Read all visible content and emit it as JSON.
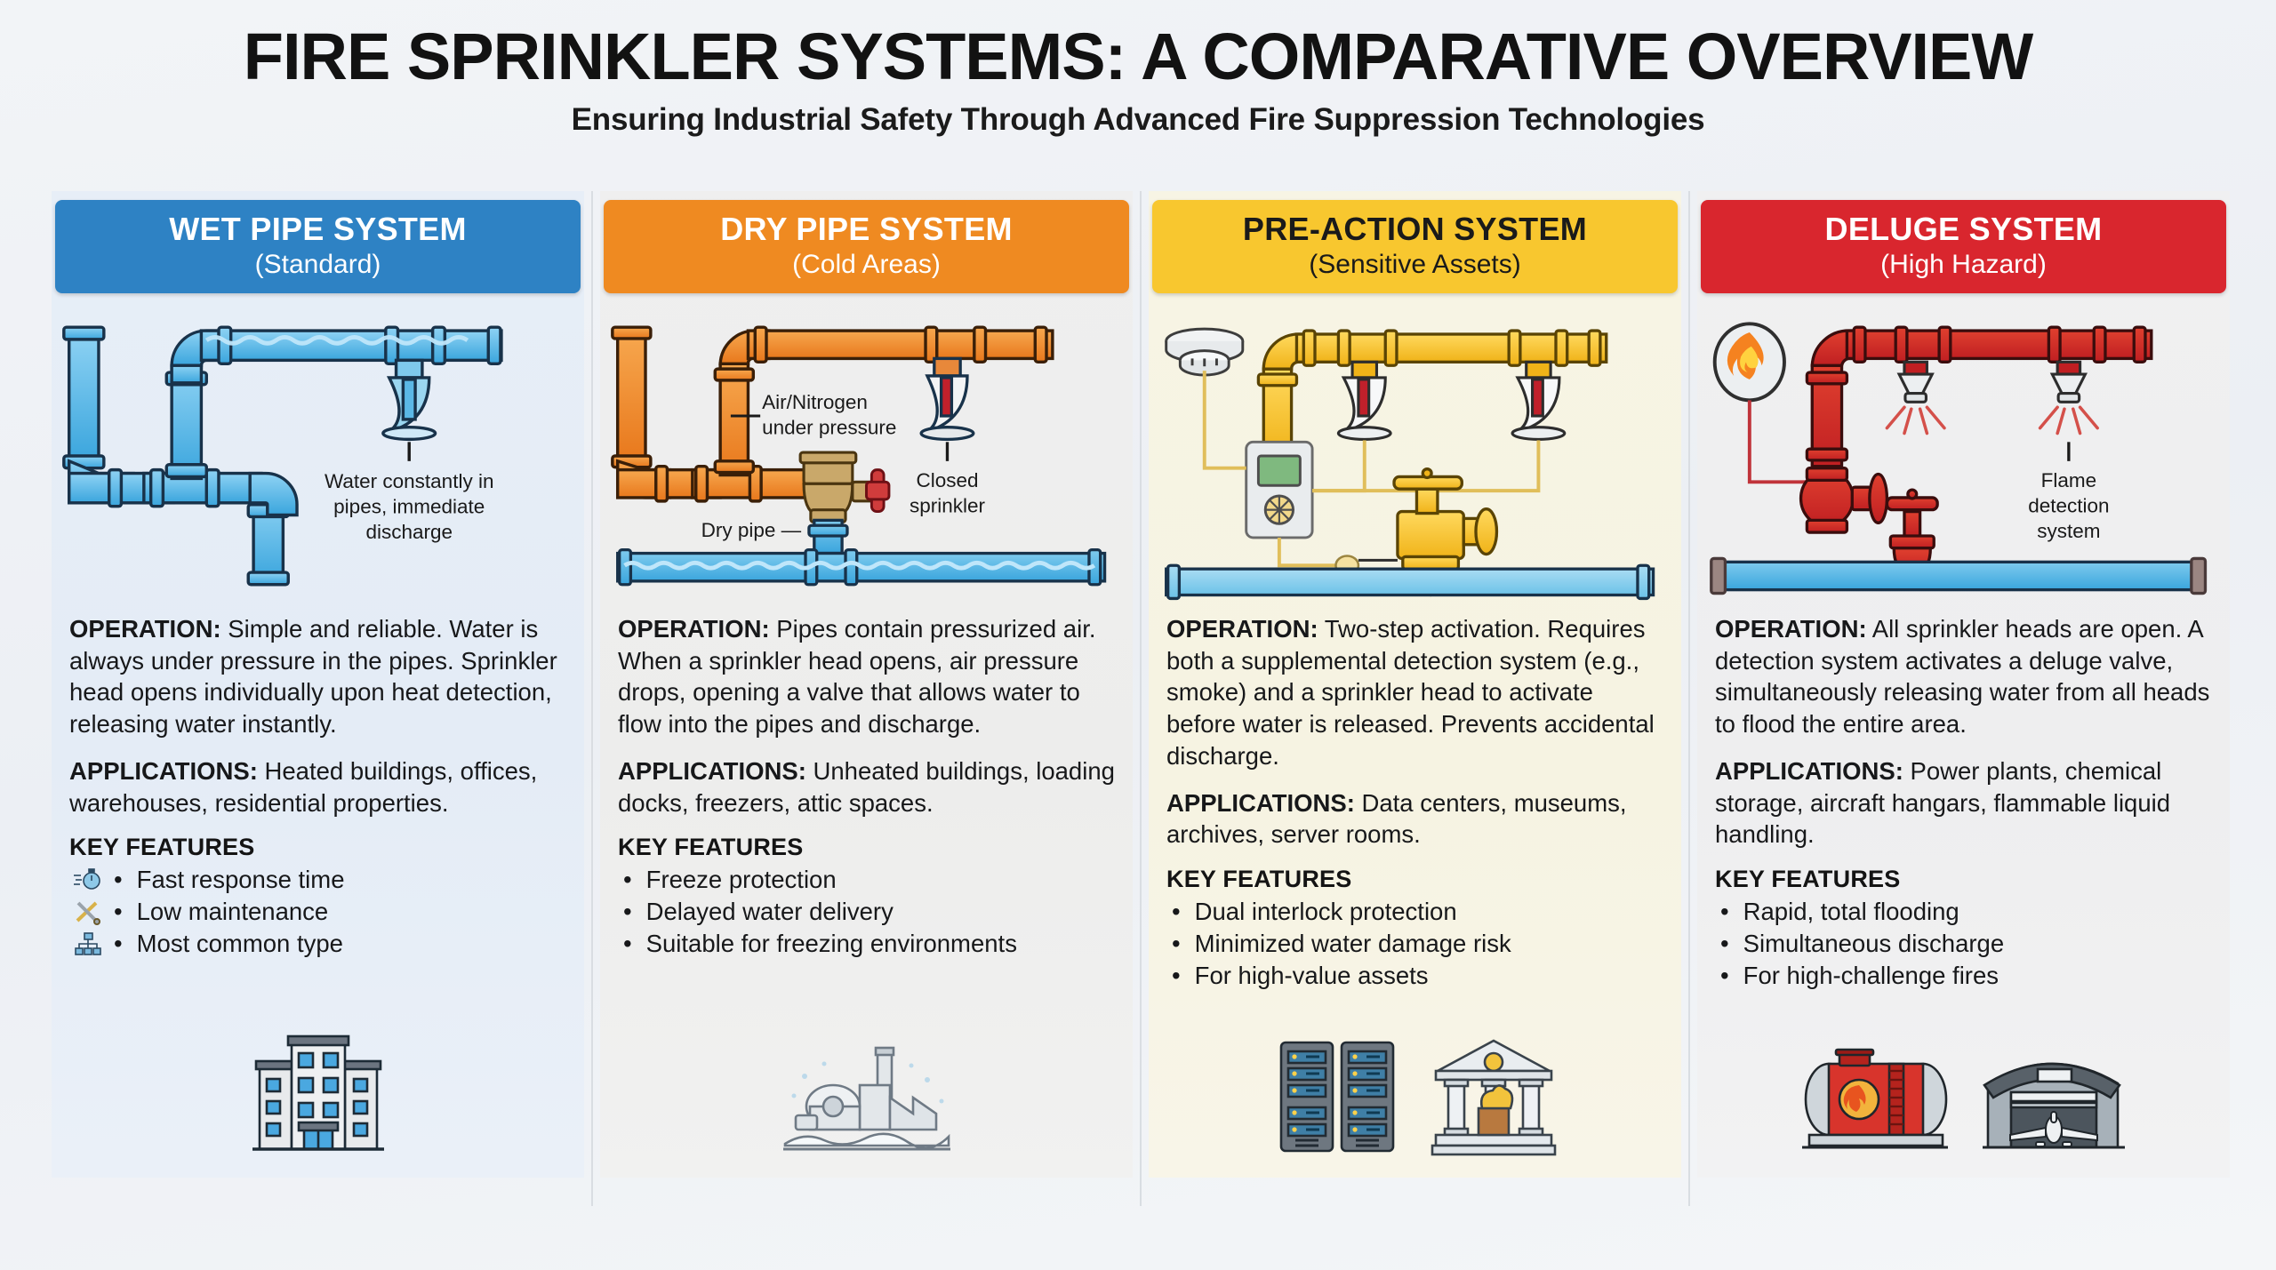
{
  "header": {
    "title": "FIRE SPRINKLER SYSTEMS: A COMPARATIVE OVERVIEW",
    "subtitle": "Ensuring Industrial Safety Through Advanced Fire Suppression Technologies"
  },
  "labels": {
    "operation": "OPERATION:",
    "applications": "APPLICATIONS:",
    "key_features": "KEY FEATURES",
    "bullet": "•"
  },
  "colors": {
    "wet": "#2e82c4",
    "dry": "#ef8a21",
    "preaction": "#f8c72f",
    "deluge": "#d9262e",
    "wet_panel": "#e5edf7",
    "dry_panel": "#eeeeed",
    "preaction_panel": "#f7f4e4",
    "deluge_panel": "#f0f0f1",
    "water_blue": "#4ab3e8",
    "divider": "#d9dde2"
  },
  "columns": [
    {
      "id": "wet-pipe",
      "header_title": "WET PIPE SYSTEM",
      "header_sub": "(Standard)",
      "header_bg": "#2e82c4",
      "header_fg": "#ffffff",
      "diagram_labels": [
        "Water constantly in",
        "pipes, immediate",
        "discharge"
      ],
      "operation": "Simple and reliable. Water is always under pressure in the pipes. Sprinkler head opens individually upon heat detection, releasing water instantly.",
      "applications": "Heated buildings, offices, warehouses, residential properties.",
      "features": [
        {
          "text": "Fast response time",
          "icon": "stopwatch-icon"
        },
        {
          "text": "Low maintenance",
          "icon": "tools-icon"
        },
        {
          "text": "Most common type",
          "icon": "hierarchy-icon"
        }
      ],
      "foot_icons": [
        "office-building-icon"
      ]
    },
    {
      "id": "dry-pipe",
      "header_title": "DRY PIPE SYSTEM",
      "header_sub": "(Cold Areas)",
      "header_bg": "#ef8a21",
      "header_fg": "#ffffff",
      "diagram_labels": [
        "Air/Nitrogen",
        "under pressure",
        "Closed",
        "sprinkler",
        "Dry pipe —"
      ],
      "operation": "Pipes contain pressurized air. When a sprinkler head opens, air pressure drops, opening a valve that allows water to flow into the pipes and discharge.",
      "applications": "Unheated buildings, loading docks, freezers, attic spaces.",
      "features": [
        {
          "text": "Freeze protection",
          "icon": null
        },
        {
          "text": "Delayed water delivery",
          "icon": null
        },
        {
          "text": "Suitable for freezing environments",
          "icon": null
        }
      ],
      "foot_icons": [
        "snowy-factory-icon"
      ]
    },
    {
      "id": "pre-action",
      "header_title": "PRE-ACTION SYSTEM",
      "header_sub": "(Sensitive Assets)",
      "header_bg": "#f8c72f",
      "header_fg": "#1a1a1a",
      "diagram_labels": [],
      "operation": "Two-step activation. Requires both a supplemental detection system (e.g., smoke) and a sprinkler head to activate before water is released. Prevents accidental discharge.",
      "applications": "Data centers, museums, archives, server rooms.",
      "features": [
        {
          "text": "Dual interlock protection",
          "icon": null
        },
        {
          "text": "Minimized water damage risk",
          "icon": null
        },
        {
          "text": "For high-value assets",
          "icon": null
        }
      ],
      "foot_icons": [
        "server-rack-icon",
        "museum-icon"
      ]
    },
    {
      "id": "deluge",
      "header_title": "DELUGE SYSTEM",
      "header_sub": "(High Hazard)",
      "header_bg": "#d9262e",
      "header_fg": "#ffffff",
      "diagram_labels": [
        "Flame",
        "detection",
        "system"
      ],
      "operation": "All sprinkler heads are open. A detection system activates a deluge valve, simultaneously releasing water from all heads to flood the entire area.",
      "applications": "Power plants, chemical storage, aircraft hangars, flammable liquid handling.",
      "features": [
        {
          "text": "Rapid, total flooding",
          "icon": null
        },
        {
          "text": "Simultaneous discharge",
          "icon": null
        },
        {
          "text": "For high-challenge fires",
          "icon": null
        }
      ],
      "foot_icons": [
        "fuel-tank-icon",
        "aircraft-hangar-icon"
      ]
    }
  ]
}
